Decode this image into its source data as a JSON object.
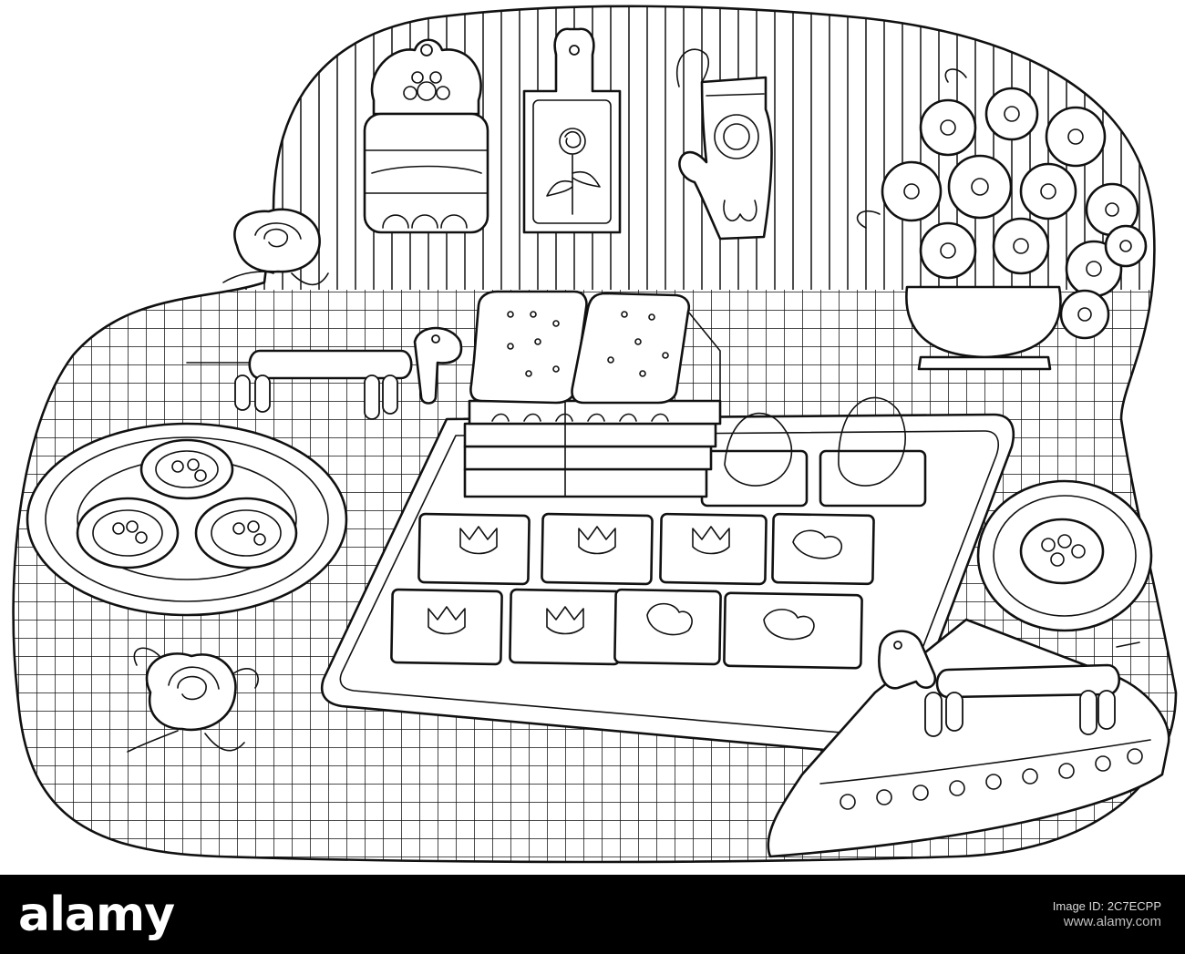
{
  "footer": {
    "logo_text": "alamy",
    "image_id_label": "Image ID: 2C7ECPP",
    "site_url": "www.alamy.com",
    "bar_color": "#000000"
  },
  "illustration": {
    "style": "black-and-white line-art coloring page",
    "objects": [
      "hanging-jar-icon",
      "cutting-board-icon",
      "oven-mitt-icon",
      "flower-bouquet-icon",
      "rose-icon",
      "dachshund-toy-icon",
      "cookie-plate-icon",
      "baking-tray-icon",
      "gingerbread-house-icon",
      "small-plate-icon",
      "napkin-icon"
    ]
  }
}
